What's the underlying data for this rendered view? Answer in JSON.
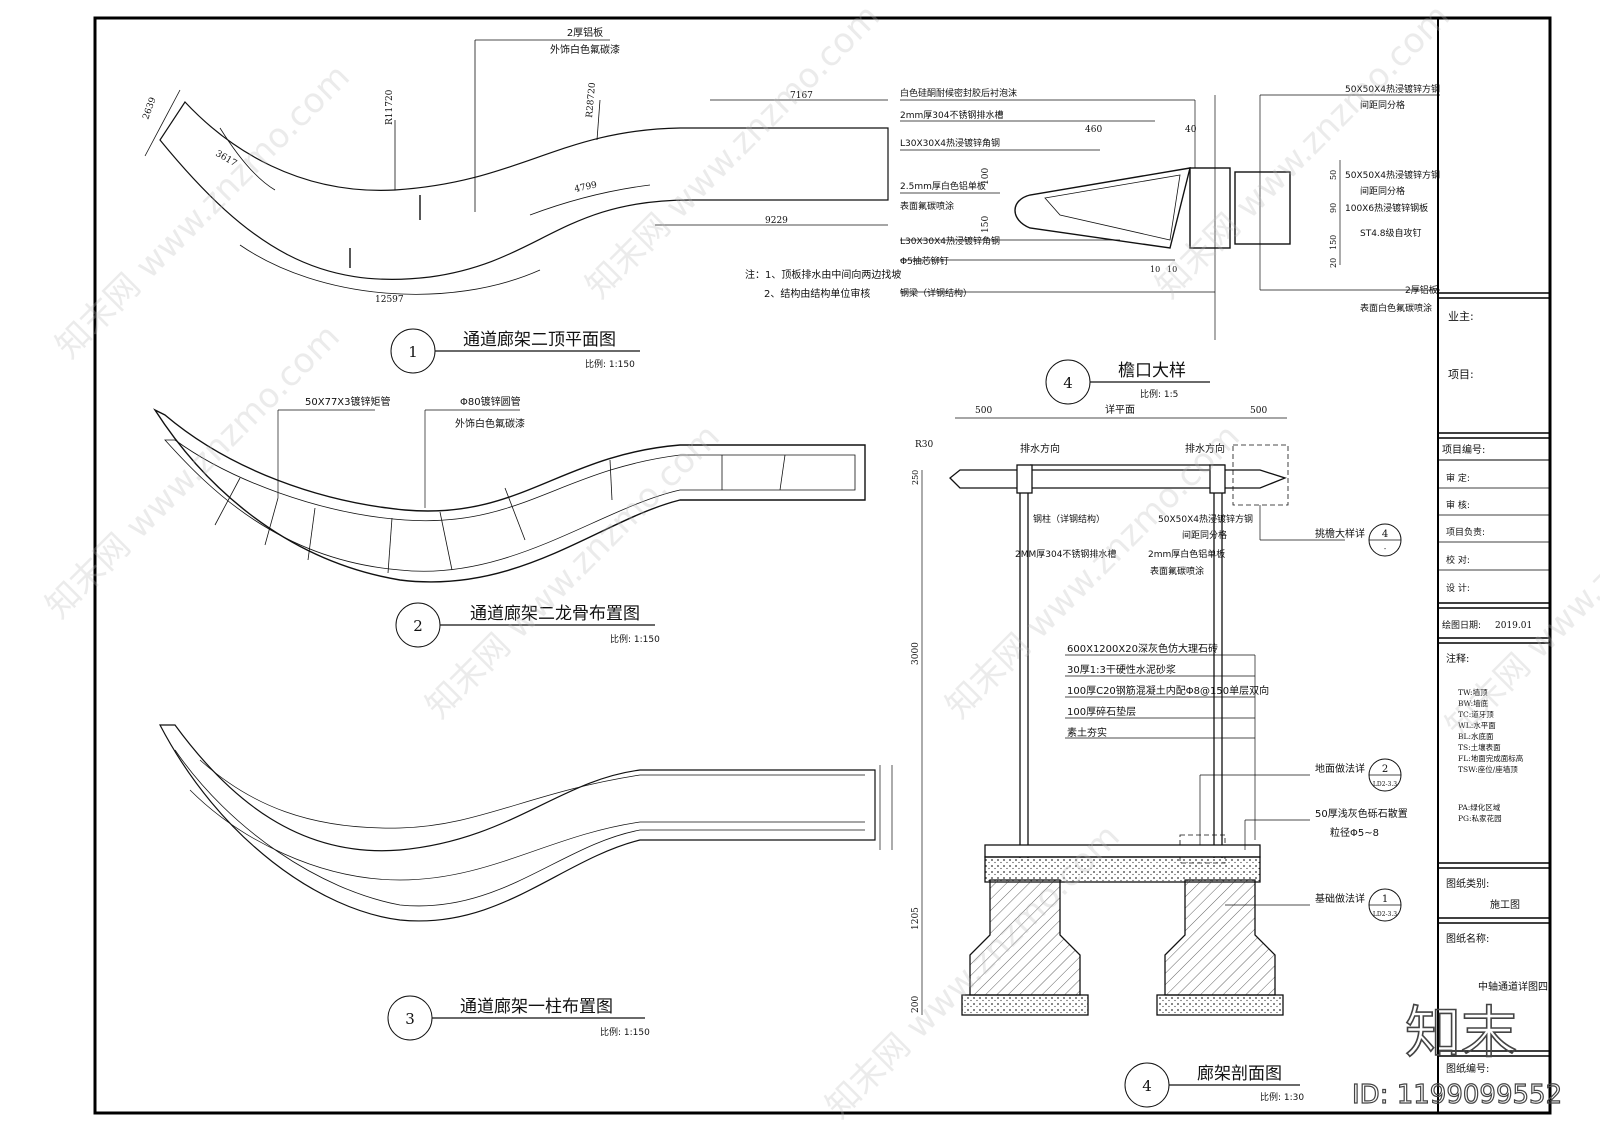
{
  "drawings": {
    "d1": {
      "number": "1",
      "title": "通道廊架二顶平面图",
      "scale": "比例: 1:150",
      "dims": [
        "2639",
        "3617",
        "R11720",
        "R28720",
        "4799",
        "12597",
        "7167",
        "9229"
      ],
      "labels": [
        "2厚铝板",
        "外饰白色氟碳漆"
      ]
    },
    "d2": {
      "number": "2",
      "title": "通道廊架二龙骨布置图",
      "scale": "比例: 1:150",
      "labels": [
        "50X77X3镀锌矩管",
        "Φ80镀锌圆管",
        "外饰白色氟碳漆"
      ]
    },
    "d3": {
      "number": "3",
      "title": "通道廊架一柱布置图",
      "scale": "比例: 1:150"
    },
    "d4a": {
      "number": "4",
      "title": "檐口大样",
      "scale": "比例: 1:5",
      "left_labels": [
        "白色硅酮耐候密封胶后衬泡沫",
        "2mm厚304不锈钢排水槽",
        "L30X30X4热浸镀锌角钢",
        "2.5mm厚白色铝单板",
        "表面氟碳喷涂",
        "L30X30X4热浸镀锌角钢",
        "Φ5抽芯铆钉",
        "钢梁（详钢结构）"
      ],
      "right_labels": [
        "50X50X4热浸镀锌方钢",
        "间距同分格",
        "50X50X4热浸镀锌方钢",
        "间距同分格",
        "100X6热浸镀锌钢板",
        "ST4.8级自攻钉",
        "2厚铝板",
        "表面白色氟碳喷涂"
      ],
      "dims": [
        "460",
        "40",
        "100",
        "150",
        "10",
        "10",
        "50",
        "90",
        "150",
        "20"
      ],
      "notes": [
        "注：1、顶板排水由中间向两边找坡",
        "2、结构由结构单位审核"
      ]
    },
    "d4b": {
      "number": "4",
      "title": "廊架剖面图",
      "scale": "比例: 1:30",
      "dims": [
        "500",
        "详平面",
        "500",
        "R30",
        "250",
        "3000",
        "1205",
        "200"
      ],
      "labels": [
        "排水方向",
        "排水方向",
        "钢柱（详钢结构）",
        "50X50X4热浸镀锌方钢",
        "间距同分格",
        "2MM厚304不锈钢排水槽",
        "2mm厚白色铝单板",
        "表面氟碳喷涂"
      ],
      "layers": [
        "600X1200X20深灰色仿大理石砖",
        "30厚1:3干硬性水泥砂浆",
        "100厚C20钢筋混凝土内配Φ8@150单层双向",
        "100厚碎石垫层",
        "素土夯实"
      ],
      "callouts": [
        {
          "text": "挑檐大样详",
          "num": "4",
          "sub": "-"
        },
        {
          "text": "地面做法详",
          "num": "2",
          "sub": "LD2-3.3"
        },
        {
          "text": "基础做法详",
          "num": "1",
          "sub": "LD2-3.3"
        }
      ],
      "gravel": [
        "50厚浅灰色砾石散置",
        "粒径Φ5~8"
      ]
    }
  },
  "title_block": {
    "owner": "业主:",
    "project": "项目:",
    "project_no": "项目编号:",
    "rows": [
      "审    定:",
      "审    核:",
      "项目负责:",
      "校    对:",
      "设    计:"
    ],
    "date_label": "绘图日期:",
    "date": "2019.01",
    "notes_title": "注释:",
    "notes": [
      "TW:墙顶",
      "BW:墙底",
      "TC:道牙顶",
      "WL:水平面",
      "BL:水底面",
      "TS:土壤表面",
      "FL:地面完成面标高",
      "TSW:座位/座墙顶",
      "PA:绿化区域",
      "PG:私家花园"
    ],
    "category_label": "图纸类别:",
    "category": "施工图",
    "name_label": "图纸名称:",
    "name": "中轴通道详图四",
    "number_label": "图纸编号:"
  },
  "watermark": {
    "logo": "知末",
    "id": "ID: 1199099552",
    "text": "知末网 www.znzmo.com"
  }
}
